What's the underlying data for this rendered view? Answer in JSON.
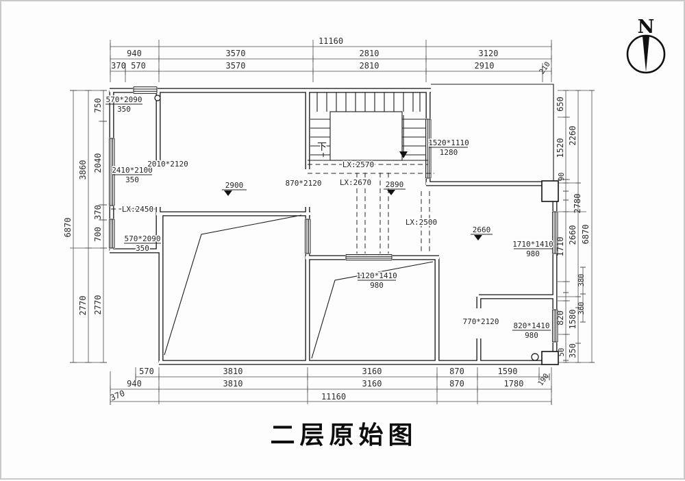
{
  "title": "二层原始图",
  "north": {
    "label": "N"
  },
  "stair": {
    "down_label": "下"
  },
  "beams": {
    "lx2450": "LX:2450",
    "lx2570": "LX:2570",
    "lx2670": "LX:2670",
    "lx2500": "LX:2500"
  },
  "levels": {
    "upper_left_room": "2900",
    "stair_hall": "2890",
    "right_room": "2660"
  },
  "openings": {
    "bay_top_window": {
      "size": "570*2090",
      "sill": "350"
    },
    "bay_left_window": {
      "size": "2410*2100",
      "sill": "350"
    },
    "bay_low_window": {
      "size": "570*2090",
      "sill": "350"
    },
    "door_upper_left": "2010*2120",
    "door_hall": "870*2120",
    "stair_window": {
      "size": "1520*1110",
      "sill": "1280"
    },
    "right_window": {
      "size": "1710*1410",
      "sill": "980"
    },
    "middle_window": {
      "size": "1120*1410",
      "sill": "980"
    },
    "door_bottom_right": "770*2120",
    "br_window": {
      "size": "820*1410",
      "sill": "980"
    }
  },
  "dims": {
    "top": {
      "total": "11160",
      "row2": [
        "940",
        "3570",
        "2810",
        "3120"
      ],
      "row3": [
        "370",
        "570",
        "3570",
        "2810",
        "2910",
        "210"
      ]
    },
    "bottom": {
      "total": "11160",
      "row1": [
        "570",
        "3810",
        "3160",
        "870",
        "1590",
        "190"
      ],
      "row2": [
        "940",
        "3810",
        "3160",
        "870",
        "1780"
      ],
      "row3_left": "370"
    },
    "left": {
      "total": "6870",
      "mid": [
        "3860",
        "2770"
      ],
      "inner": [
        "750",
        "2040",
        "370",
        "700",
        "2770"
      ]
    },
    "right": {
      "total": "6870",
      "chain1": [
        "650",
        "1520",
        "90",
        "1710",
        "820",
        "50"
      ],
      "chain2": [
        "2260",
        "2780",
        "2660",
        "1580",
        "350"
      ],
      "chain3": [
        "380",
        "360"
      ]
    }
  }
}
